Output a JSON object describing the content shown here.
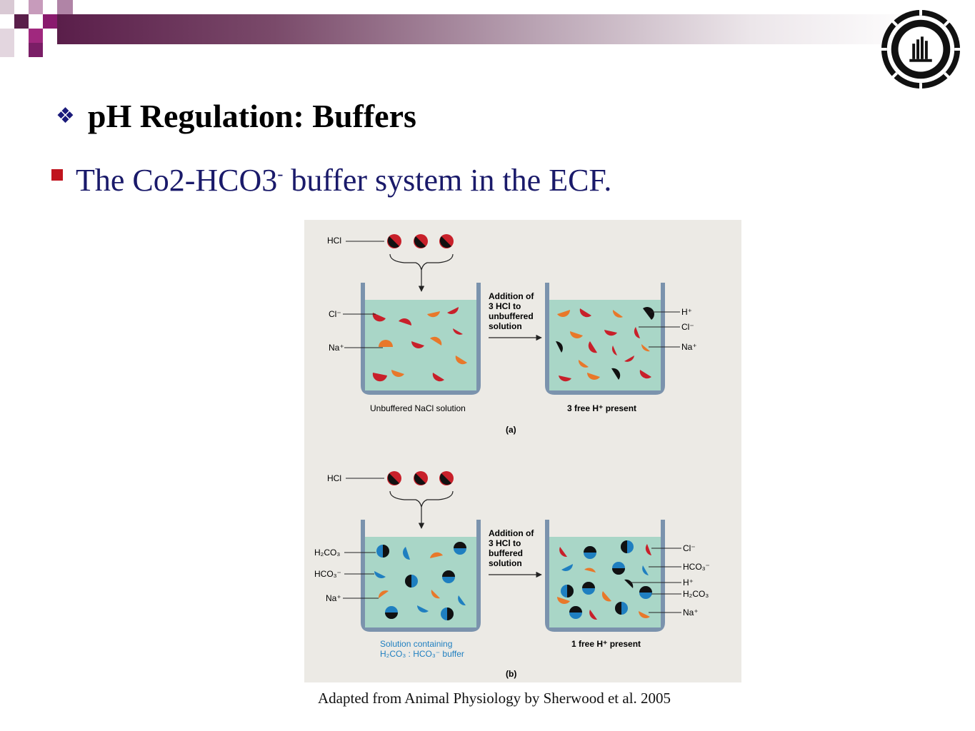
{
  "slide": {
    "title": "pH Regulation: Buffers",
    "title_bullet_icon": "diamond-bullet-icon",
    "subtitle_pre": "The Co2-HCO3",
    "subtitle_sup": "-",
    "subtitle_post": " buffer system in the ECF.",
    "caption": "Adapted from Animal Physiology by Sherwood et al. 2005",
    "colors": {
      "title_bullet": "#1a1a7a",
      "subtitle_bullet": "#c0141e",
      "subtitle_text": "#1a1a6a",
      "header_bar": "#5a1e4a"
    }
  },
  "figure": {
    "panel_a": {
      "hcl": "HCl",
      "left_labels": {
        "cl": "Cl⁻",
        "na": "Na⁺"
      },
      "arrow_text": [
        "Addition of",
        "3 HCl to",
        "unbuffered",
        "solution"
      ],
      "right_labels": {
        "h": "H⁺",
        "cl": "Cl⁻",
        "na": "Na⁺"
      },
      "left_caption": "Unbuffered NaCl solution",
      "right_caption": "3 free H⁺ present",
      "panel_label": "(a)"
    },
    "panel_b": {
      "hcl": "HCl",
      "left_labels": {
        "h2co3": "H₂CO₃",
        "hco3": "HCO₃⁻",
        "na": "Na⁺"
      },
      "arrow_text": [
        "Addition of",
        "3 HCl to",
        "buffered",
        "solution"
      ],
      "right_labels": {
        "cl": "Cl⁻",
        "hco3": "HCO₃⁻",
        "h": "H⁺",
        "h2co3": "H₂CO₃",
        "na": "Na⁺"
      },
      "left_caption_1": "Solution containing",
      "left_caption_2": "H₂CO₃ : HCO₃⁻ buffer",
      "right_caption": "1 free H⁺ present",
      "panel_label": "(b)"
    }
  }
}
